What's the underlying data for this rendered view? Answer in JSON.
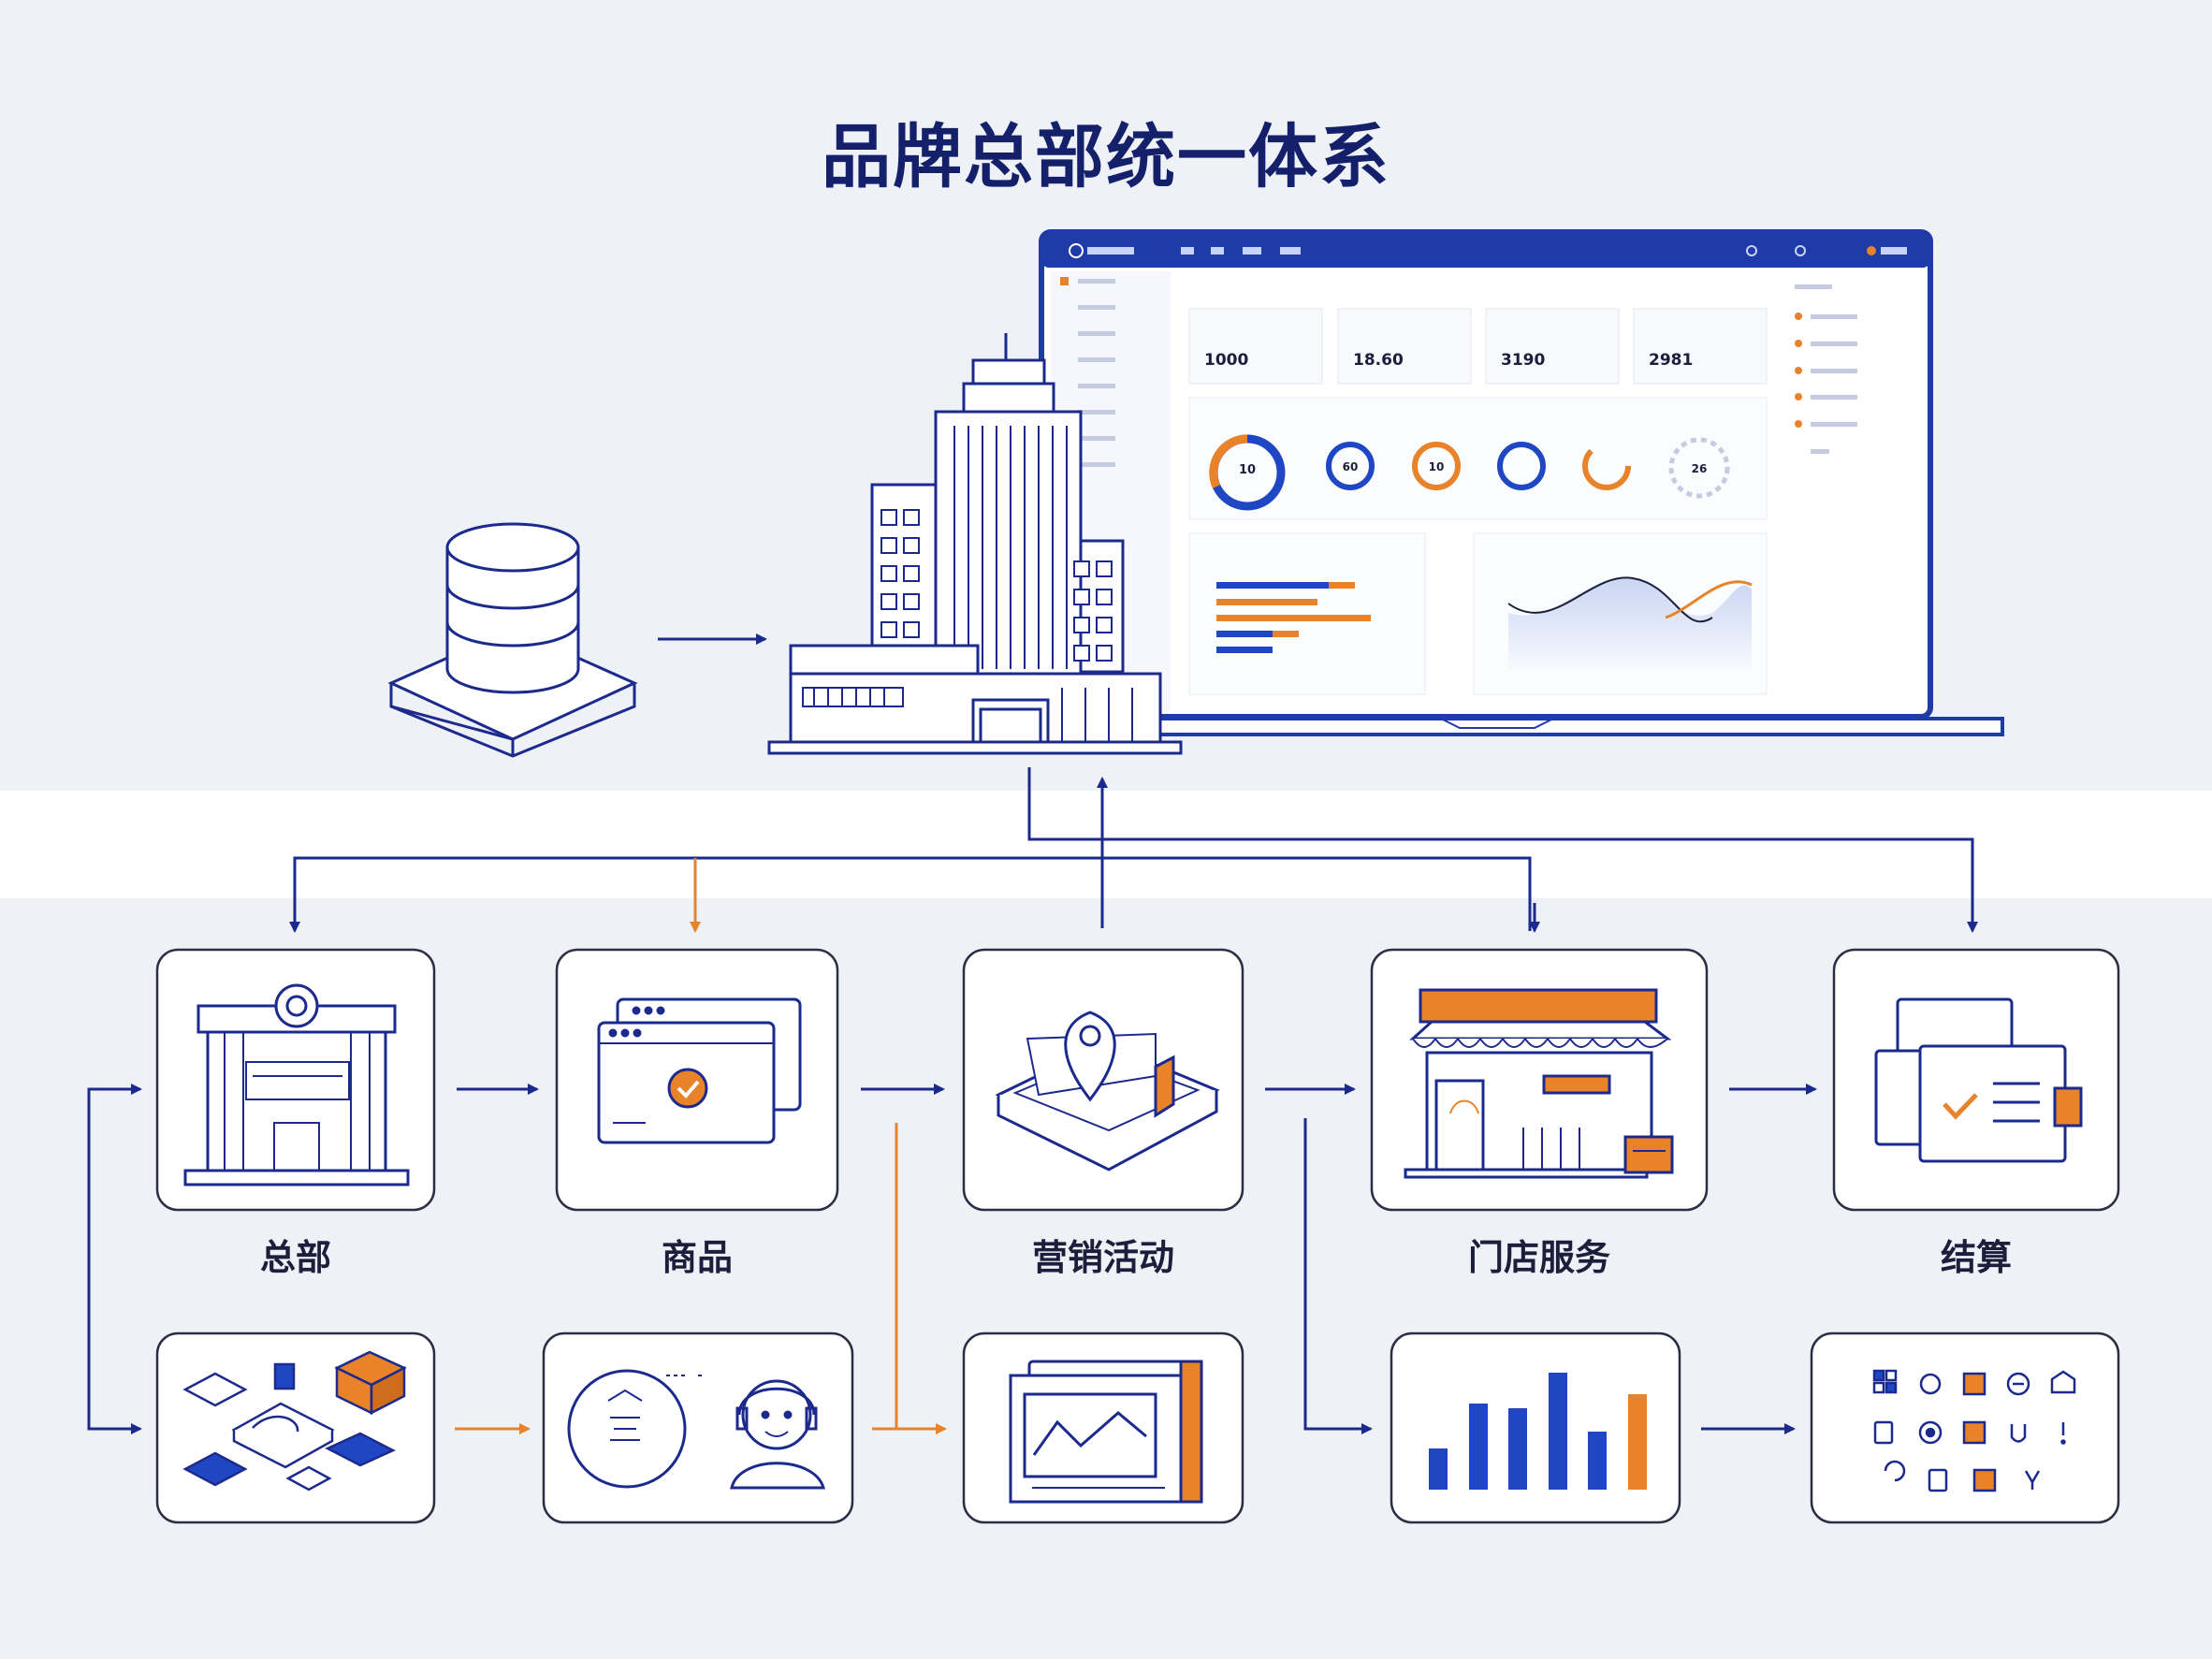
{
  "title": "品牌总部统一体系",
  "nodes": [
    {
      "label": "总部",
      "icon": "headquarters-building-icon"
    },
    {
      "label": "商品",
      "icon": "product-window-check-icon"
    },
    {
      "label": "营销活动",
      "icon": "map-pin-platform-icon"
    },
    {
      "label": "门店服务",
      "icon": "storefront-icon"
    },
    {
      "label": "结算",
      "icon": "settlement-documents-icon"
    }
  ],
  "bottom_icons": [
    "isometric-data-blocks-icon",
    "customer-service-icon",
    "analytics-screen-icon",
    "bar-chart-icon",
    "icon-grid-icon"
  ],
  "dashboard": {
    "kpis": [
      "1000",
      "18.60",
      "3190",
      "2981"
    ],
    "rings": [
      "10",
      "60",
      "10",
      "",
      "",
      "26"
    ]
  },
  "colors": {
    "navy": "#1b2a8c",
    "blue": "#1f47c4",
    "orange": "#e8832a",
    "title": "#15206b"
  }
}
